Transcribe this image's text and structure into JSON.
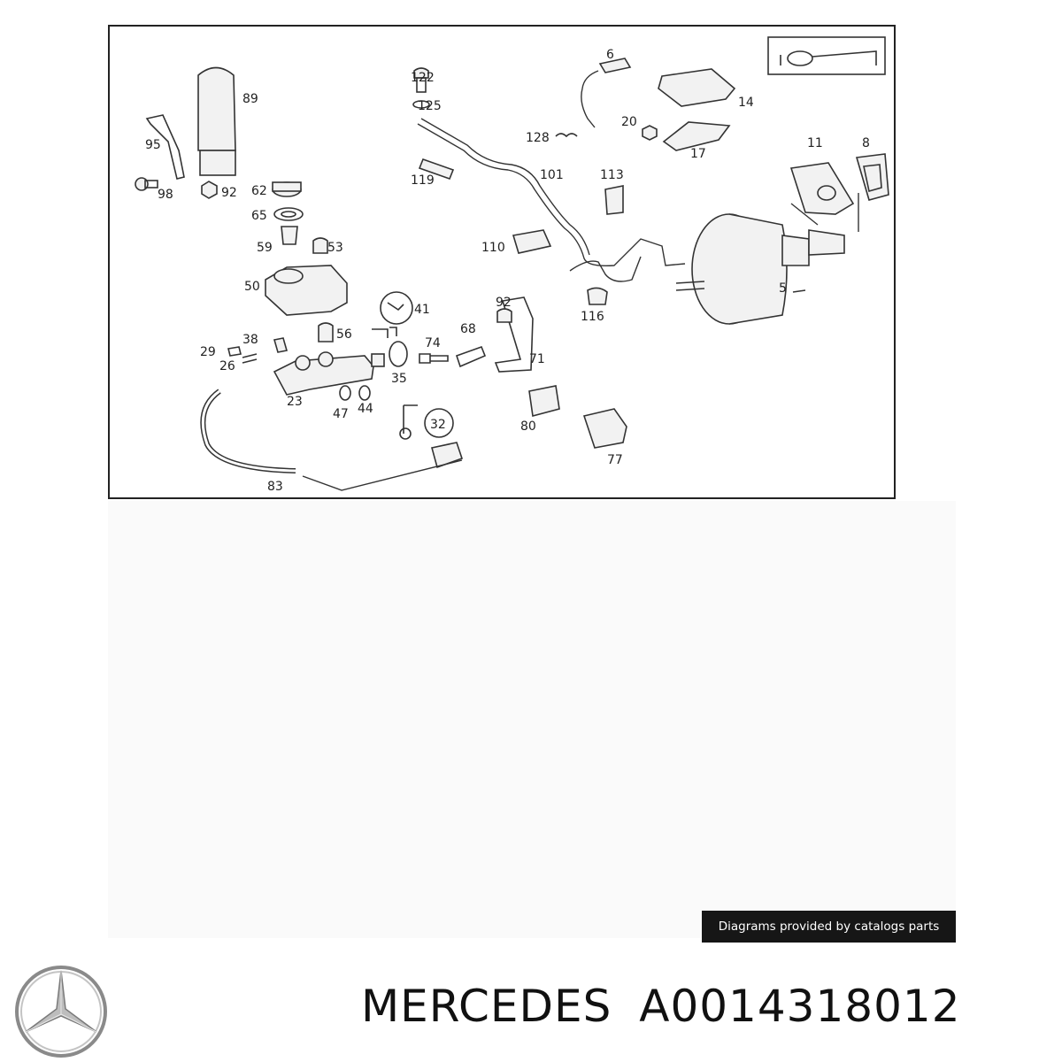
{
  "diagram": {
    "part_numbers": [
      "122",
      "125",
      "6",
      "14",
      "20",
      "17",
      "128",
      "101",
      "113",
      "11",
      "8",
      "89",
      "95",
      "98",
      "92",
      "62",
      "65",
      "59",
      "53",
      "119",
      "110",
      "50",
      "41",
      "56",
      "92",
      "116",
      "5",
      "38",
      "29",
      "26",
      "74",
      "68",
      "71",
      "35",
      "23",
      "47",
      "44",
      "32",
      "80",
      "77",
      "83"
    ]
  },
  "credit_text": "Diagrams provided by catalogs parts",
  "brand_name": "MERCEDES",
  "part_number": "A0014318012",
  "logo": "mercedes-star-icon"
}
